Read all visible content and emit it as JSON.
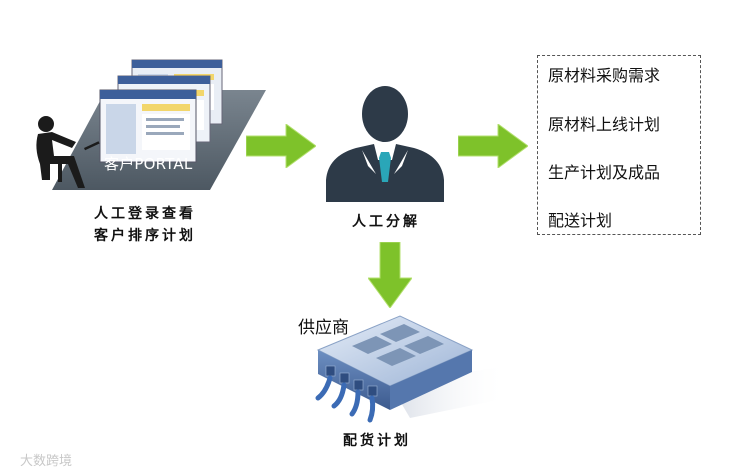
{
  "portal": {
    "label": "客户PORTAL"
  },
  "captions": {
    "portal_line1": "人工登录查看",
    "portal_line2": "客户排序计划",
    "manual": "人工分解",
    "delivery": "配货计划"
  },
  "plans": {
    "items": [
      "原材料采购需求",
      "原材料上线计划",
      "生产计划及成品",
      "配送计划"
    ]
  },
  "supplier": {
    "label": "供应商"
  },
  "watermark": {
    "text": "大数跨境"
  },
  "colors": {
    "arrow": "#7ec22a",
    "portal": "#586470",
    "person": "#2d3a48",
    "tie": "#2aa6b8",
    "server": "#4a6fa8"
  }
}
